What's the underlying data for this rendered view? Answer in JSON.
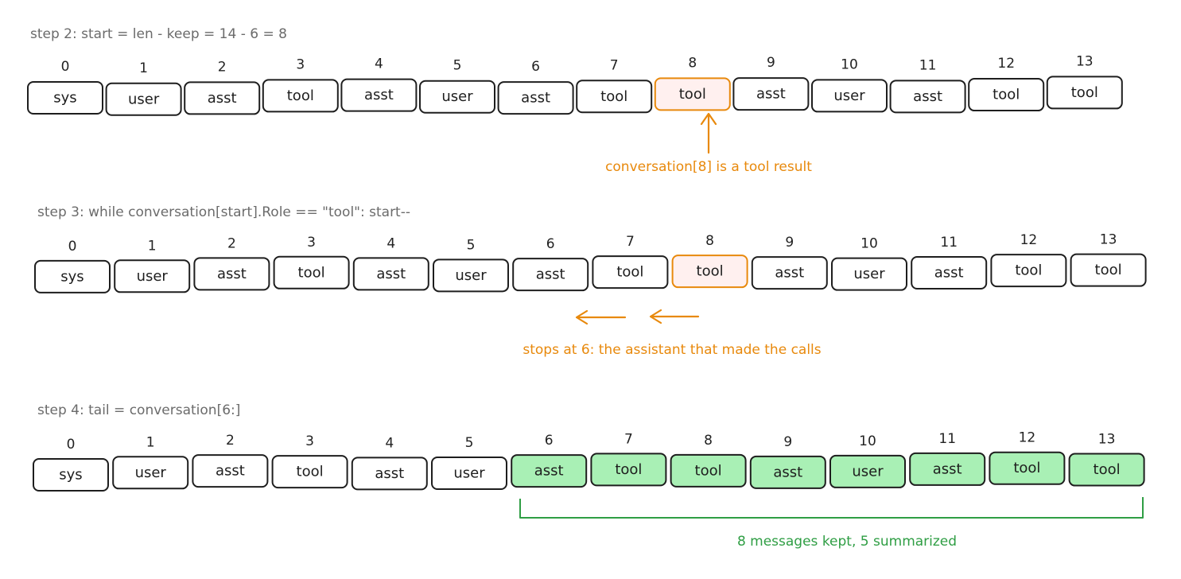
{
  "colors": {
    "orange": "#e8890c",
    "green": "#2f9e44",
    "kept_fill": "#a9f0b5",
    "highlight_fill": "#fff0ef",
    "caption_gray": "#6b6b6b"
  },
  "steps": [
    {
      "caption": "step 2: start = len - keep = 14 - 6 = 8",
      "note": "conversation[8] is a tool result",
      "highlight_index": 8,
      "cells": [
        {
          "index": "0",
          "role": "sys"
        },
        {
          "index": "1",
          "role": "user"
        },
        {
          "index": "2",
          "role": "asst"
        },
        {
          "index": "3",
          "role": "tool"
        },
        {
          "index": "4",
          "role": "asst"
        },
        {
          "index": "5",
          "role": "user"
        },
        {
          "index": "6",
          "role": "asst"
        },
        {
          "index": "7",
          "role": "tool"
        },
        {
          "index": "8",
          "role": "tool"
        },
        {
          "index": "9",
          "role": "asst"
        },
        {
          "index": "10",
          "role": "user"
        },
        {
          "index": "11",
          "role": "asst"
        },
        {
          "index": "12",
          "role": "tool"
        },
        {
          "index": "13",
          "role": "tool"
        }
      ]
    },
    {
      "caption": "step 3: while conversation[start].Role == \"tool\": start--",
      "note": "stops at 6: the assistant that made the calls",
      "highlight_index": 8,
      "cells": [
        {
          "index": "0",
          "role": "sys"
        },
        {
          "index": "1",
          "role": "user"
        },
        {
          "index": "2",
          "role": "asst"
        },
        {
          "index": "3",
          "role": "tool"
        },
        {
          "index": "4",
          "role": "asst"
        },
        {
          "index": "5",
          "role": "user"
        },
        {
          "index": "6",
          "role": "asst"
        },
        {
          "index": "7",
          "role": "tool"
        },
        {
          "index": "8",
          "role": "tool"
        },
        {
          "index": "9",
          "role": "asst"
        },
        {
          "index": "10",
          "role": "user"
        },
        {
          "index": "11",
          "role": "asst"
        },
        {
          "index": "12",
          "role": "tool"
        },
        {
          "index": "13",
          "role": "tool"
        }
      ]
    },
    {
      "caption": "step 4: tail = conversation[6:]",
      "note": "8 messages kept, 5 summarized",
      "kept_from": 6,
      "cells": [
        {
          "index": "0",
          "role": "sys"
        },
        {
          "index": "1",
          "role": "user"
        },
        {
          "index": "2",
          "role": "asst"
        },
        {
          "index": "3",
          "role": "tool"
        },
        {
          "index": "4",
          "role": "asst"
        },
        {
          "index": "5",
          "role": "user"
        },
        {
          "index": "6",
          "role": "asst"
        },
        {
          "index": "7",
          "role": "tool"
        },
        {
          "index": "8",
          "role": "tool"
        },
        {
          "index": "9",
          "role": "asst"
        },
        {
          "index": "10",
          "role": "user"
        },
        {
          "index": "11",
          "role": "asst"
        },
        {
          "index": "12",
          "role": "tool"
        },
        {
          "index": "13",
          "role": "tool"
        }
      ]
    }
  ]
}
